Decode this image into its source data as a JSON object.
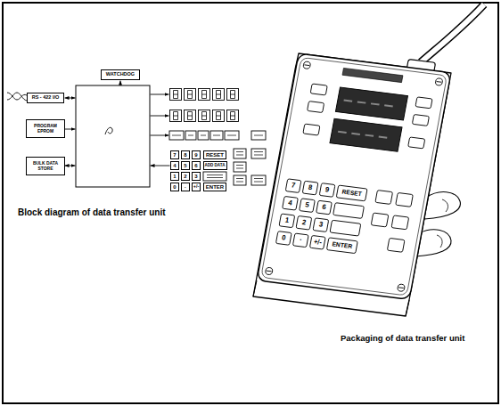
{
  "diagram": {
    "nodes": [
      {
        "text": [
          "WATCHDOG"
        ]
      },
      {
        "text": [
          "RS - 422 I/O"
        ]
      },
      {
        "text": [
          "PROGRAM EPROM"
        ]
      },
      {
        "text": [
          "BULK DATA STORE"
        ]
      },
      {
        "text": [
          "7"
        ]
      },
      {
        "text": [
          "8"
        ]
      },
      {
        "text": [
          "9"
        ]
      },
      {
        "text": [
          "RESET"
        ]
      },
      {
        "text": [
          "4"
        ]
      },
      {
        "text": [
          "5"
        ]
      },
      {
        "text": [
          "6"
        ]
      },
      {
        "text": [
          "ADD DATA"
        ]
      },
      {
        "text": [
          "1"
        ]
      },
      {
        "text": [
          "2"
        ]
      },
      {
        "text": [
          "3"
        ]
      },
      {
        "text": [
          "0"
        ]
      },
      {
        "text": [
          "·"
        ]
      },
      {
        "text": [
          "+/-"
        ]
      },
      {
        "text": [
          "ENTER"
        ]
      }
    ],
    "labels": [
      "Block diagram of data transfer unit",
      "7",
      "8",
      "9",
      "RESET",
      "4",
      "5",
      "6",
      "1",
      "2",
      "3",
      "0",
      "·",
      "+/-",
      "ENTER",
      "Packaging of data transfer unit"
    ]
  }
}
